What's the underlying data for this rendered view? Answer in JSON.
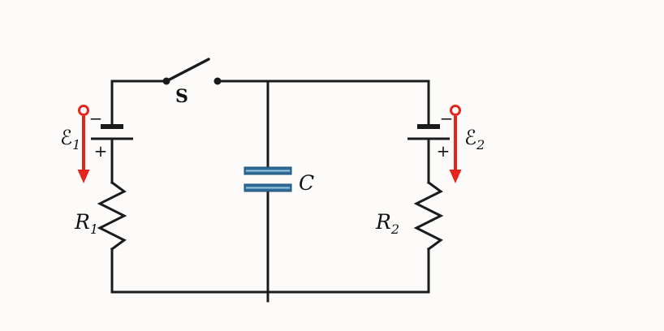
{
  "diagram": {
    "colors": {
      "background": "#fcfbf9",
      "wire": "#1b1b1b",
      "arrow_red": "#e3251d",
      "capacitor_blue": "#2d6b9b"
    },
    "labels": {
      "switch": "S",
      "capacitor": "C",
      "emf1": {
        "symbol": "ℰ",
        "sub": "1"
      },
      "emf2": {
        "symbol": "ℰ",
        "sub": "2"
      },
      "r1": {
        "symbol": "R",
        "sub": "1"
      },
      "r2": {
        "symbol": "R",
        "sub": "2"
      },
      "battery1": {
        "minus": "−",
        "plus": "+"
      },
      "battery2": {
        "minus": "−",
        "plus": "+"
      }
    }
  }
}
